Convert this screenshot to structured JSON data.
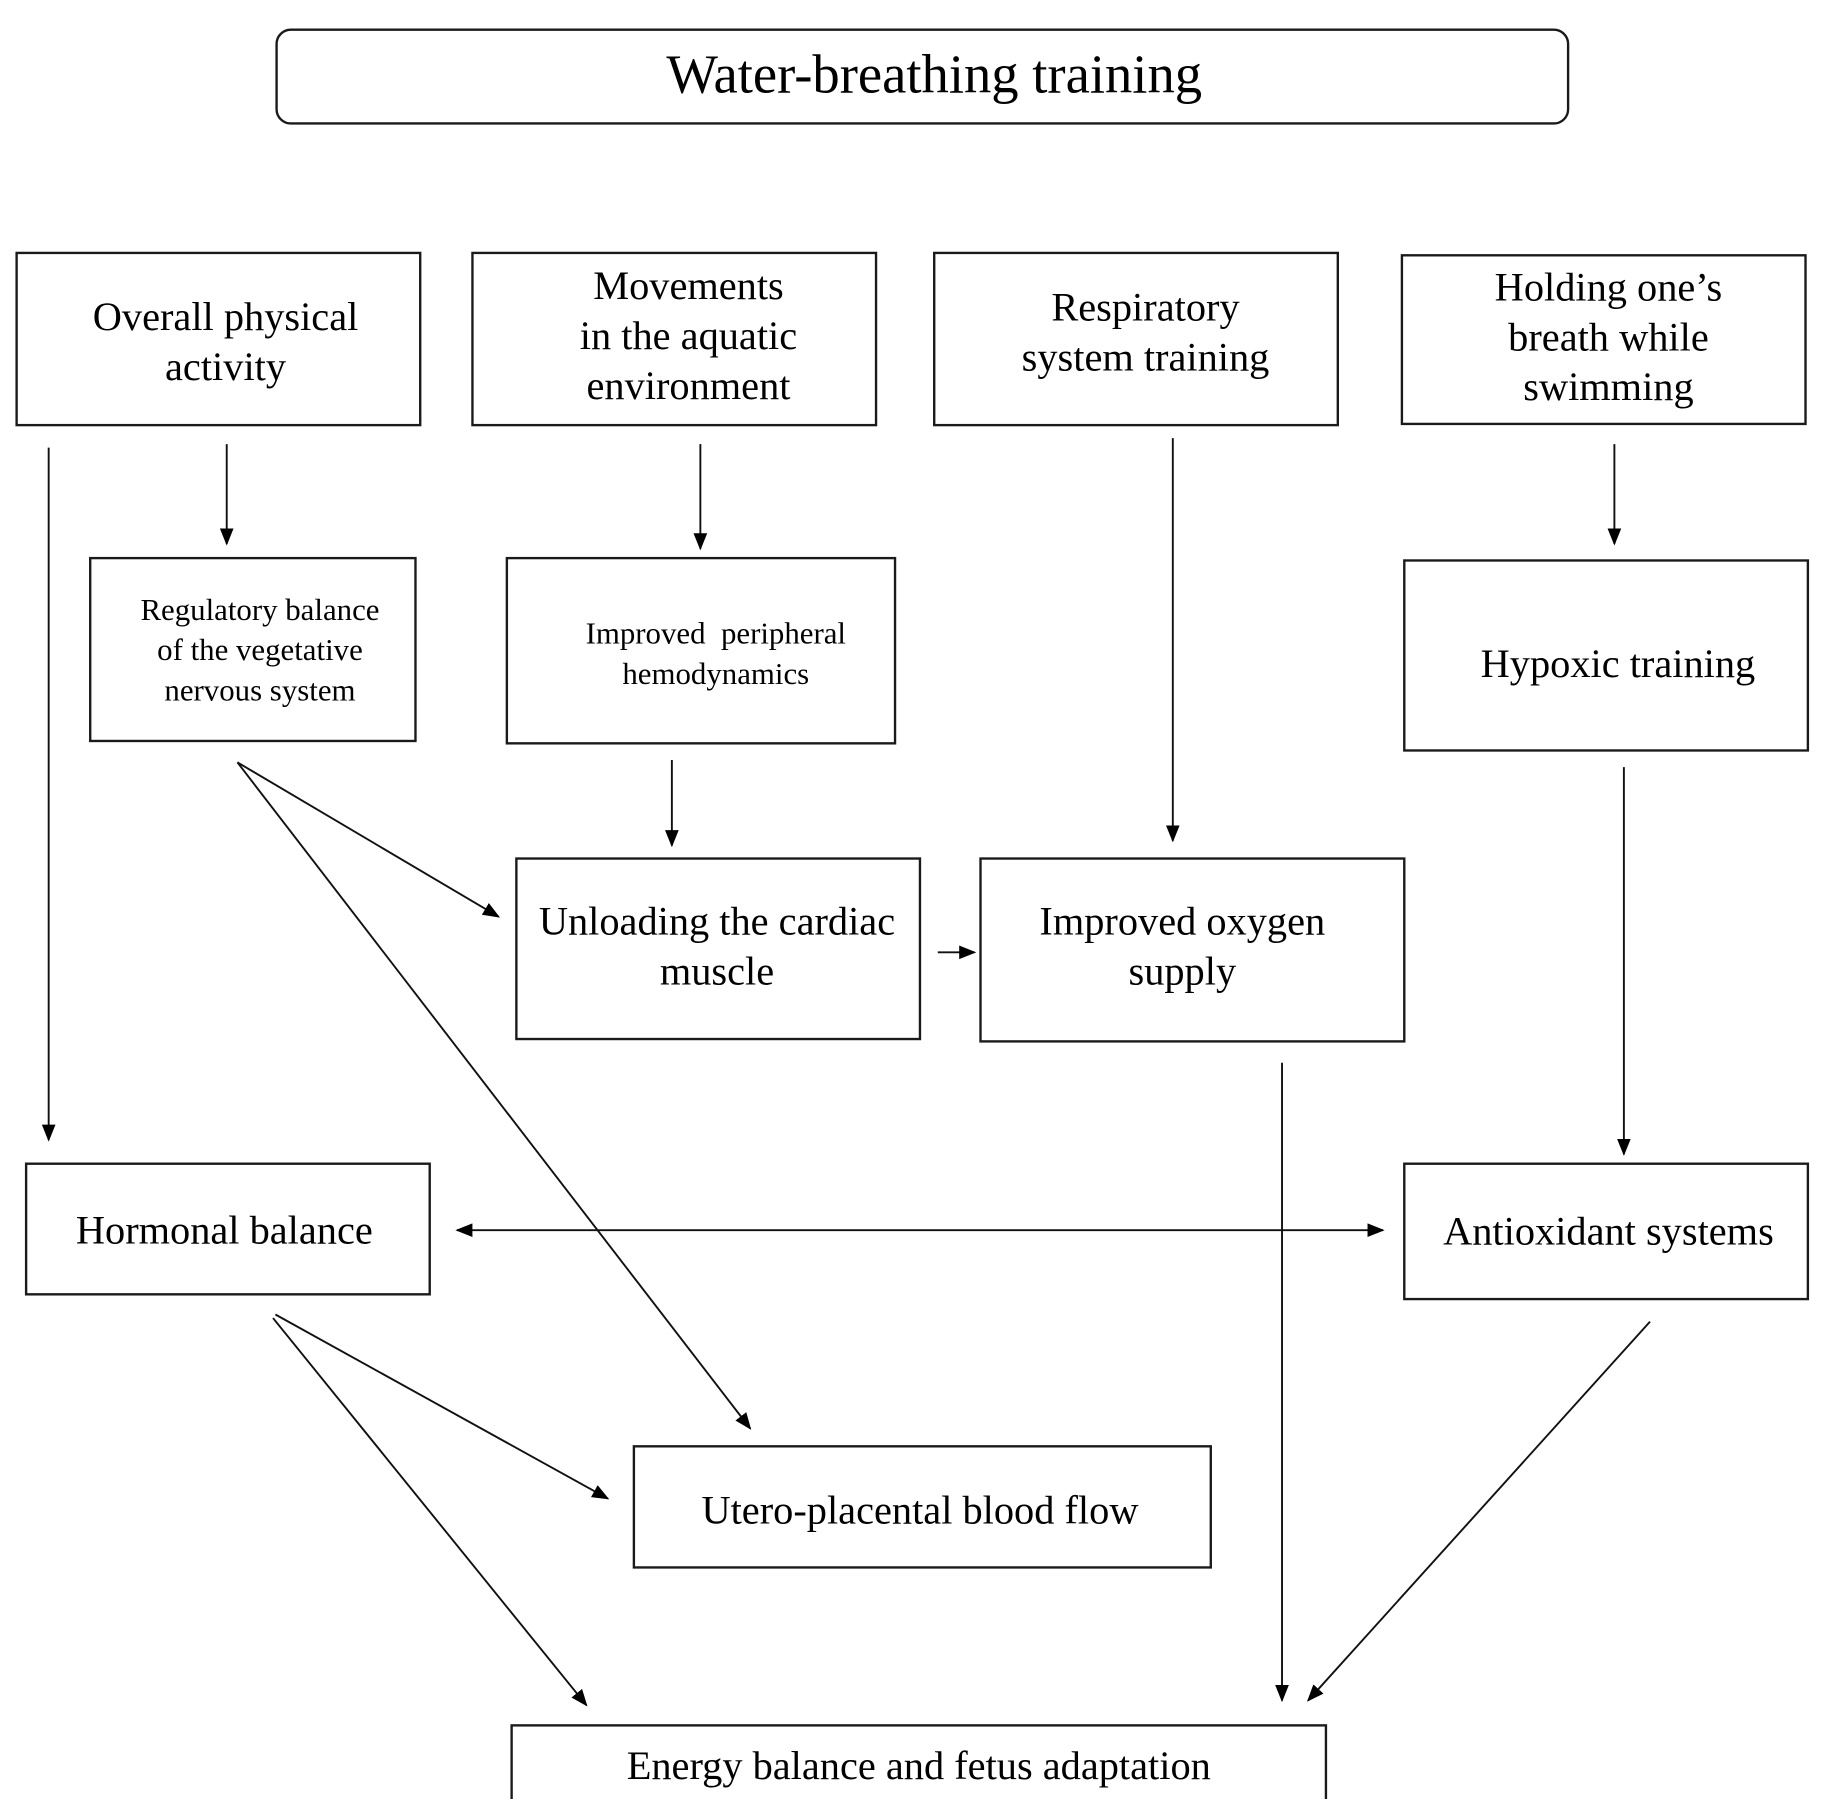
{
  "title": "Water-breathing training",
  "nodes": {
    "overall": [
      "Overall physical",
      "activity"
    ],
    "movements": [
      "Movements",
      "in the aquatic",
      "environment"
    ],
    "respiratory": [
      "Respiratory",
      "system training"
    ],
    "holding": [
      "Holding one’s",
      "breath while",
      "swimming"
    ],
    "regulatory": [
      "Regulatory balance",
      "of the vegetative",
      "nervous system"
    ],
    "peripheral": [
      "Improved  peripheral",
      "hemodynamics"
    ],
    "hypoxic": [
      "Hypoxic training"
    ],
    "unloading": [
      "Unloading the cardiac",
      "muscle"
    ],
    "oxygen": [
      "Improved oxygen",
      "supply"
    ],
    "hormonal": [
      "Hormonal balance"
    ],
    "antioxidant": [
      "Antioxidant systems"
    ],
    "utero": [
      "Utero-placental blood flow"
    ],
    "energy": [
      "Energy balance and fetus adaptation"
    ]
  }
}
